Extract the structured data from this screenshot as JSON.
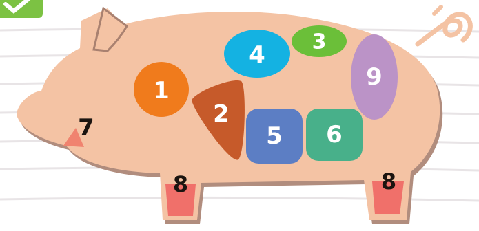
{
  "diagram": {
    "colors": {
      "background": "#ffffff",
      "stripe": "#e8e4e6",
      "body": "#f4c3a4",
      "body_shadow": "#a98170",
      "badge_green": "#7cc243",
      "nose_pink": "#f0836f",
      "leg_red": "#f0706a"
    },
    "regions": [
      {
        "label": "1",
        "shape": "circle",
        "color": "#f07b1c"
      },
      {
        "label": "2",
        "shape": "triangle",
        "color": "#c65a2a"
      },
      {
        "label": "3",
        "shape": "ellipse",
        "color": "#6bbf39"
      },
      {
        "label": "4",
        "shape": "ellipse",
        "color": "#14b2e2"
      },
      {
        "label": "5",
        "shape": "rounded-square",
        "color": "#5c7ec4"
      },
      {
        "label": "6",
        "shape": "rounded-square",
        "color": "#48b08a"
      },
      {
        "label": "7",
        "shape": "nose-patch",
        "color": "#f0836f"
      },
      {
        "label": "8",
        "shape": "front-leg-patch",
        "color": "#f0706a"
      },
      {
        "label": "8",
        "shape": "back-leg-patch",
        "color": "#f0706a"
      },
      {
        "label": "9",
        "shape": "ellipse",
        "color": "#bb93c7"
      }
    ]
  }
}
